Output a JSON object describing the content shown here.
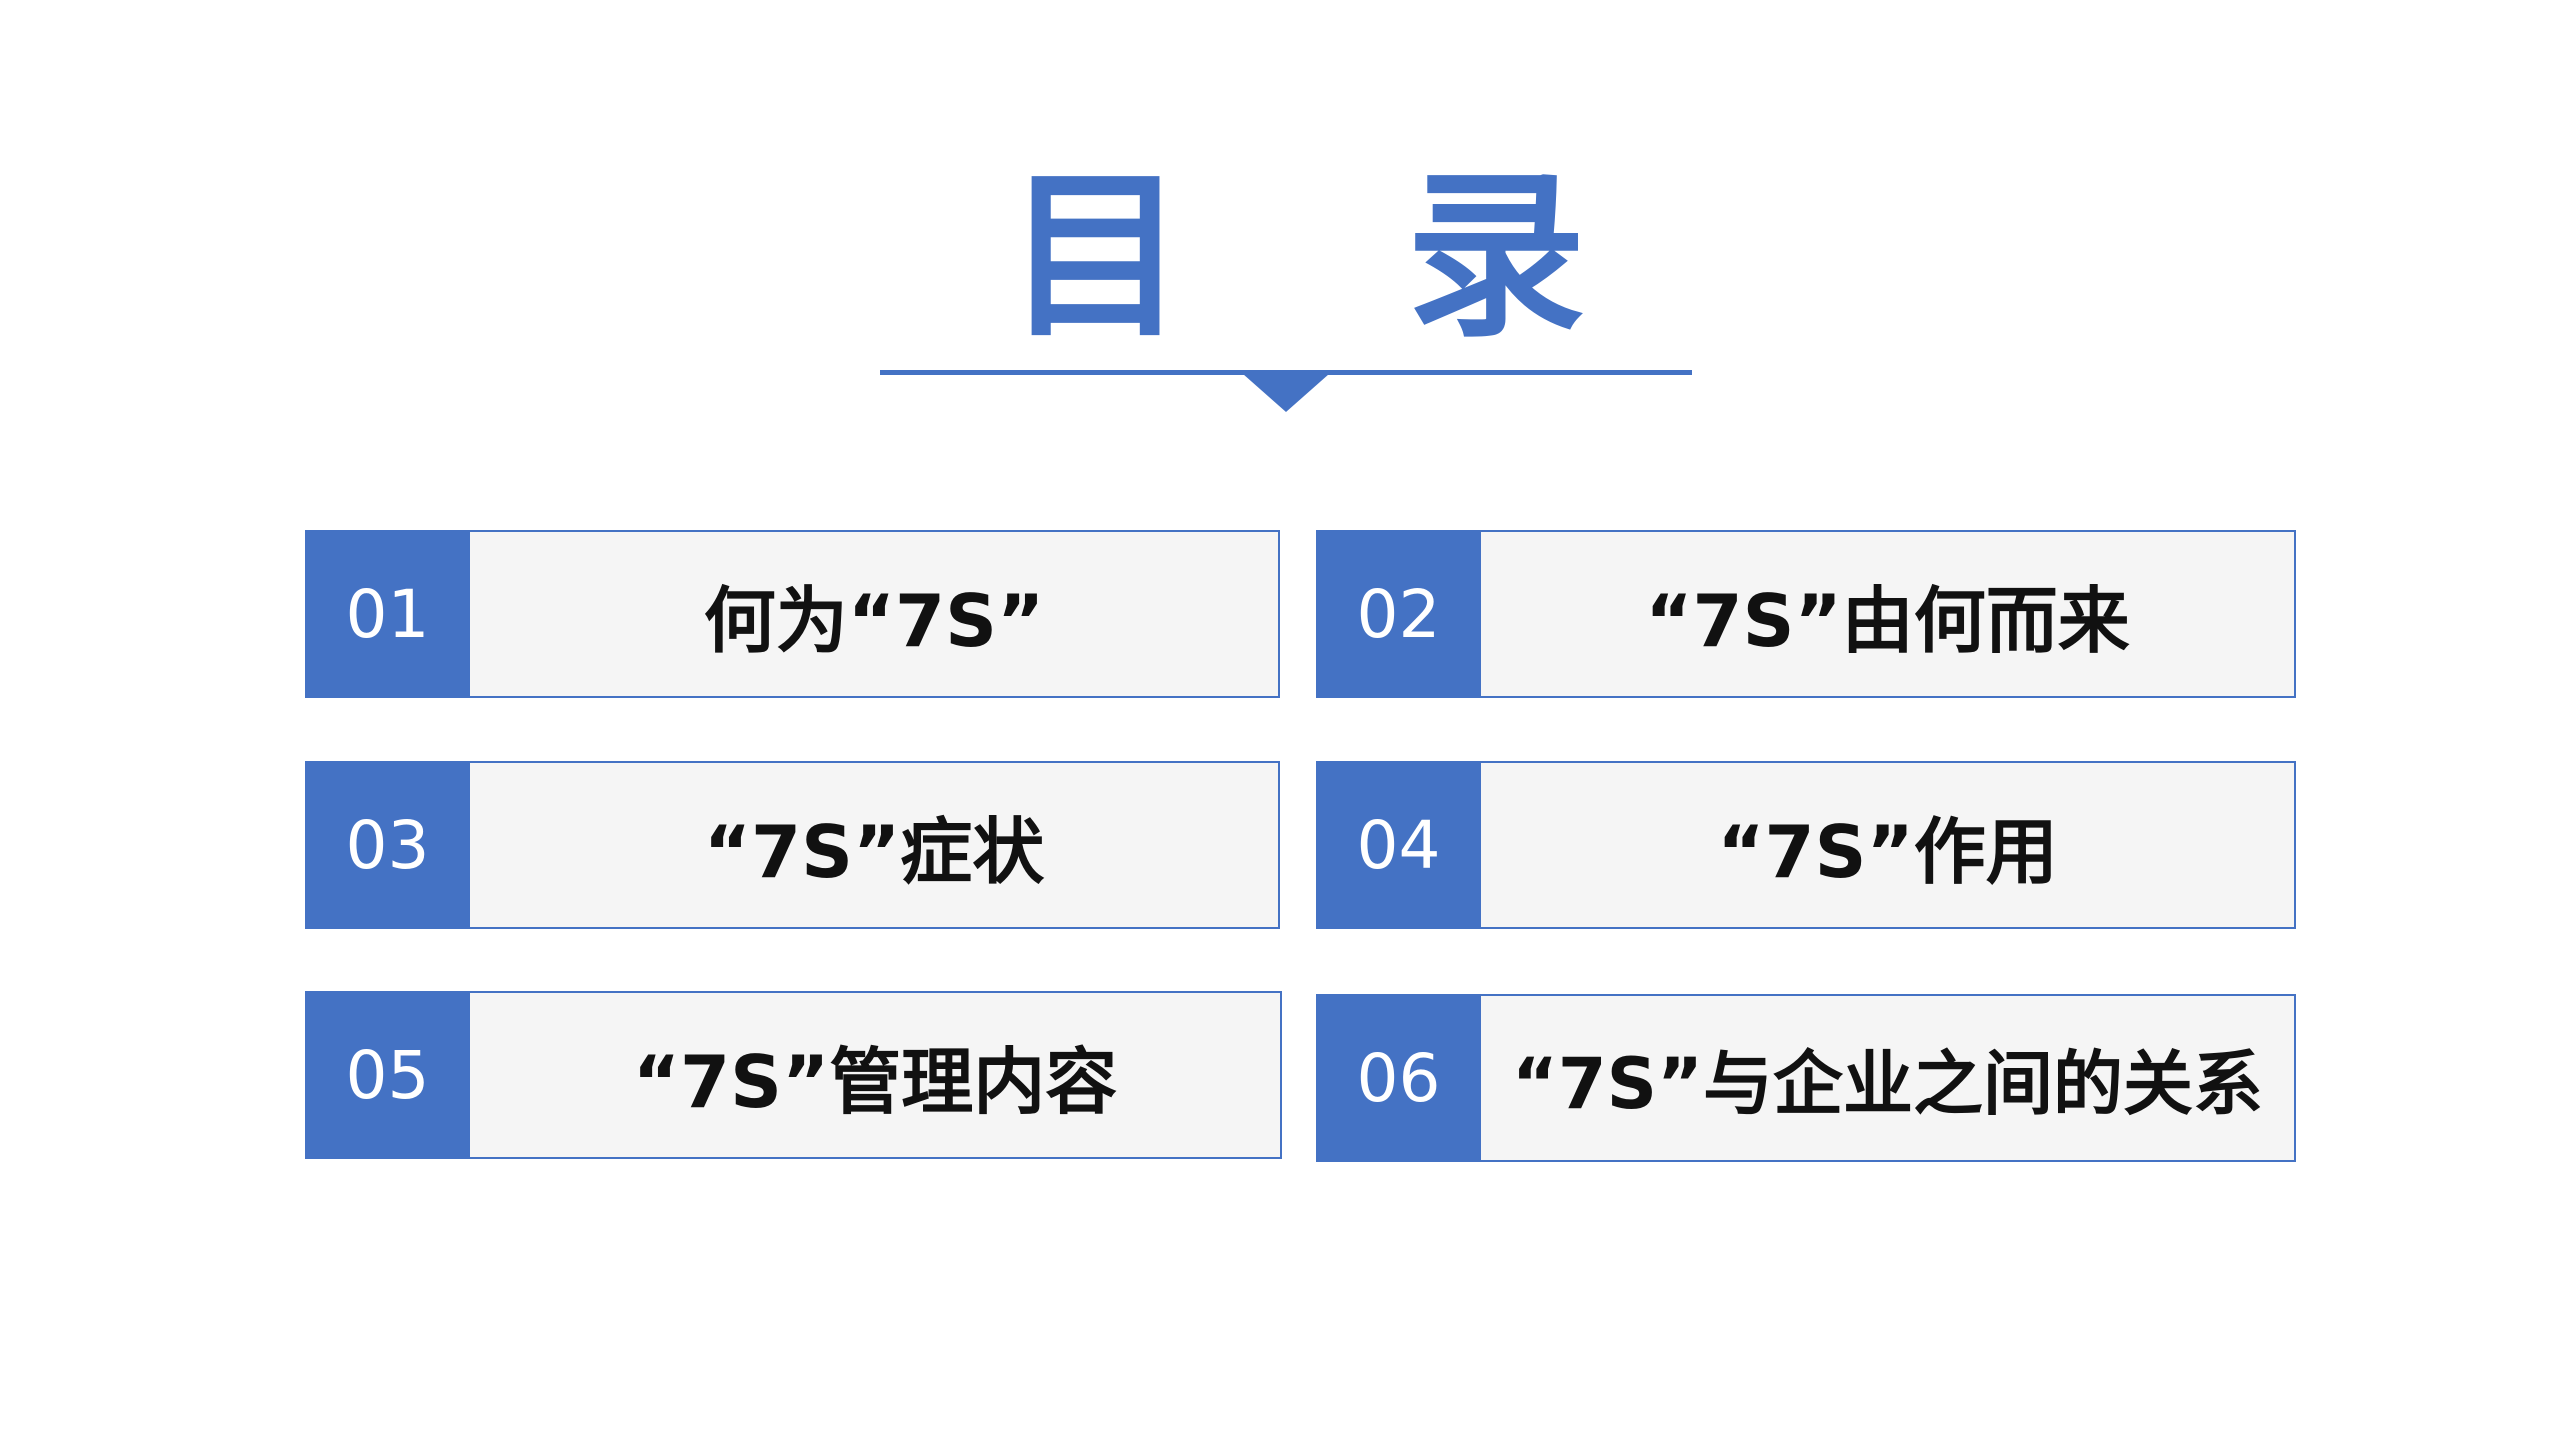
{
  "title": {
    "char1": "目",
    "char2": "录"
  },
  "colors": {
    "accent": "#4472c4",
    "box_fill": "#f5f5f5",
    "text": "#111111"
  },
  "items": [
    {
      "number": "01",
      "label": "何为“7S”"
    },
    {
      "number": "02",
      "label": "“7S”由何而来"
    },
    {
      "number": "03",
      "label": "“7S”症状"
    },
    {
      "number": "04",
      "label": "“7S”作用"
    },
    {
      "number": "05",
      "label": "“7S”管理内容"
    },
    {
      "number": "06",
      "label": "“7S”与企业之间的关系"
    }
  ]
}
